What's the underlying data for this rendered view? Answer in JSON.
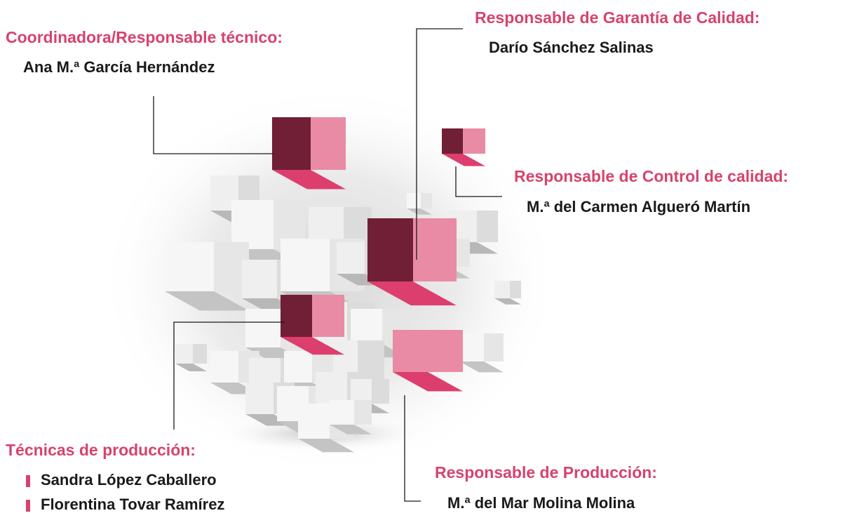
{
  "colors": {
    "accent": "#d6436d",
    "cube_dark": "#711f36",
    "cube_light": "#e98ba4",
    "cube_mid": "#dc3f6d",
    "line": "#1a1a1a"
  },
  "roles": {
    "coordinator": {
      "title": "Coordinadora/Responsable técnico:",
      "name": "Ana M.ª García Hernández"
    },
    "quality_assurance": {
      "title": "Responsable de Garantía de Calidad:",
      "name": "Darío Sánchez Salinas"
    },
    "quality_control": {
      "title": "Responsable de Control de calidad:",
      "name": "M.ª del Carmen Algueró Martín"
    },
    "production_technicians": {
      "title": "Técnicas de producción:",
      "names": [
        "Sandra López Caballero",
        "Florentina Tovar Ramírez"
      ]
    },
    "production": {
      "title": "Responsable de Producción:",
      "name": "M.ª del Mar Molina Molina"
    }
  }
}
